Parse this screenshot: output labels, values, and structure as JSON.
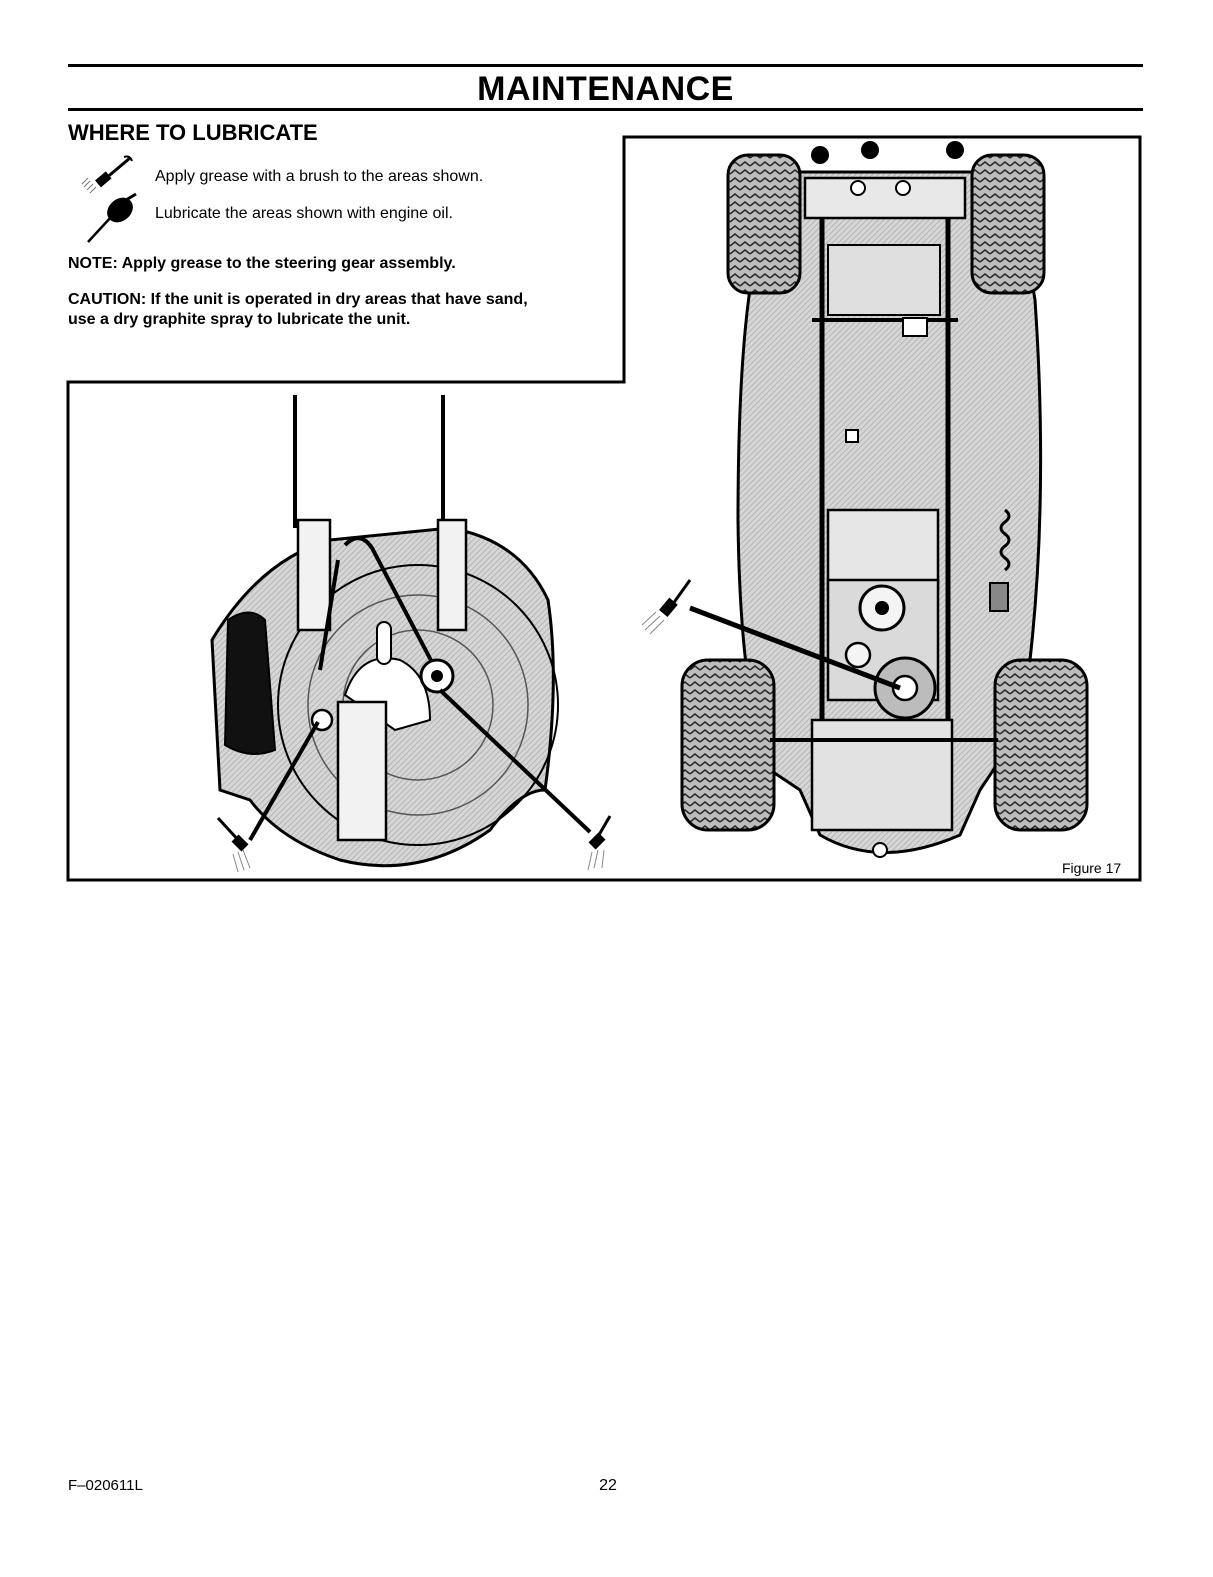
{
  "header": {
    "title": "MAINTENANCE"
  },
  "section": {
    "title": "WHERE TO LUBRICATE"
  },
  "legend": {
    "grease": "Apply grease with a brush to the areas shown.",
    "oil": "Lubricate the areas shown with engine oil."
  },
  "notes": {
    "note": "NOTE: Apply grease to the steering gear assembly.",
    "caution_line1": "CAUTION: If the unit is operated in dry areas that have sand,",
    "caution_line2": "use a dry graphite spray to lubricate the unit."
  },
  "figure": {
    "label": "Figure 17"
  },
  "footer": {
    "code": "F–020611L",
    "page": "22"
  },
  "colors": {
    "ink": "#000000",
    "shade": "#c8c8c8",
    "tire": "#3a3a3a"
  },
  "icons": [
    "grease-brush-icon",
    "oil-can-icon"
  ]
}
